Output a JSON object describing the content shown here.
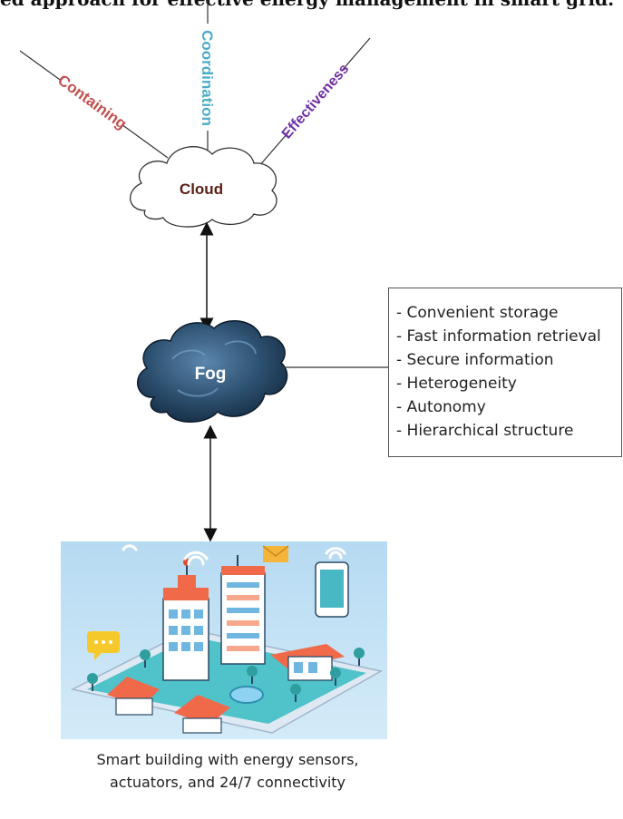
{
  "header": {
    "partial_caption": "ed approach for effective energy management in smart grid."
  },
  "diagram": {
    "cloud_label": "Cloud",
    "fog_label": "Fog",
    "spoke_labels": {
      "left": "Containing",
      "middle": "Coordination",
      "right": "Effectiveness"
    },
    "fog_properties": [
      "- Convenient storage",
      "- Fast information retrieval",
      "- Secure information",
      "- Heterogeneity",
      "- Autonomy",
      "- Hierarchical structure"
    ],
    "building_caption": {
      "line1": "Smart building with energy sensors,",
      "line2": "actuators, and 24/7 connectivity"
    },
    "colors": {
      "containing": "#c0504d",
      "coordination": "#4bacc6",
      "effectiveness": "#7030a0",
      "cloud_text": "#5a1e14",
      "fog_fill": "#2c4f6e"
    }
  }
}
